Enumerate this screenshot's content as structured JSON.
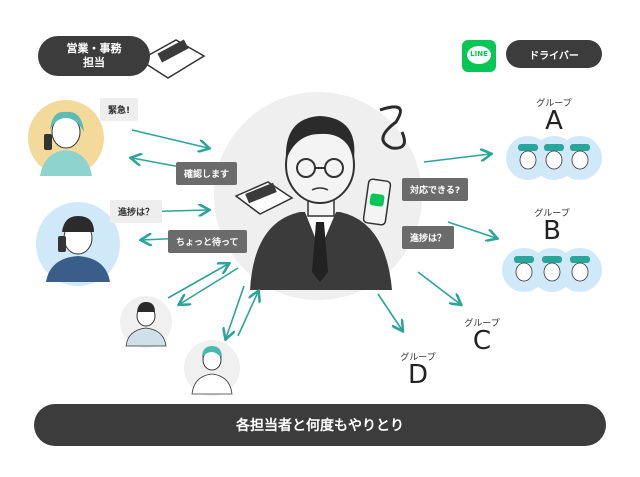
{
  "header": {
    "sales_label_line1": "営業・事務",
    "sales_label_line2": "担当",
    "line_icon_text": "LINE",
    "driver_label": "ドライバー"
  },
  "bubbles": {
    "urgent": "緊急!",
    "confirming": "確認します",
    "progress_left": "進捗は？",
    "wait": "ちょっと待って",
    "can_you": "対応できる?",
    "progress_right": "進捗は？"
  },
  "groups": [
    {
      "label": "グループ",
      "letter": "A"
    },
    {
      "label": "グループ",
      "letter": "B"
    },
    {
      "label": "グループ",
      "letter": "C"
    },
    {
      "label": "グループ",
      "letter": "D"
    }
  ],
  "footer": {
    "caption": "各担当者と何度もやりとり"
  },
  "colors": {
    "arrow": "#2aa59a",
    "dark": "#3c3c3c",
    "line_green": "#06c755"
  }
}
